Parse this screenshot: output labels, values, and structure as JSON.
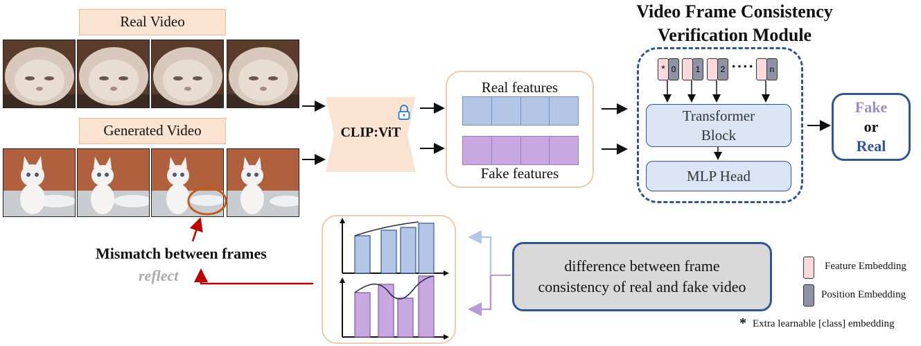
{
  "real_video_label": "Real Video",
  "generated_video_label": "Generated Video",
  "encoder_label": "CLIP:ViT",
  "real_features_label": "Real features",
  "fake_features_label": "Fake features",
  "module_title_line1": "Video Frame Consistency",
  "module_title_line2": "Verification Module",
  "tokens": [
    "0",
    "1",
    "2",
    "n"
  ],
  "token_star": "*",
  "token_ellipsis": "····",
  "transformer_line1": "Transformer",
  "transformer_line2": "Block",
  "mlp_head": "MLP Head",
  "output_fake": "Fake",
  "output_or": "or",
  "output_real": "Real",
  "mismatch_label": "Mismatch between frames",
  "reflect_label": "reflect",
  "difference_line1": "difference between frame",
  "difference_line2": "consistency of real and fake video",
  "legend": {
    "feature_embedding": "Feature Embedding",
    "position_embedding": "Position Embedding",
    "class_star": "*",
    "class_embedding": "Extra learnable [class] embedding"
  },
  "colors": {
    "label_fill": "#fbe3d2",
    "panel_border": "#f3c8a8",
    "real_feature": "#b4c7e7",
    "fake_feature": "#c9a7e0",
    "module_blue": "#2f5597",
    "block_fill": "#dae4f5",
    "fake_text": "#9e8cc4",
    "real_text": "#2f5597",
    "arrow_red": "#c00000",
    "feature_embedding": "#f9d9db",
    "position_embedding": "#8f93a6"
  }
}
